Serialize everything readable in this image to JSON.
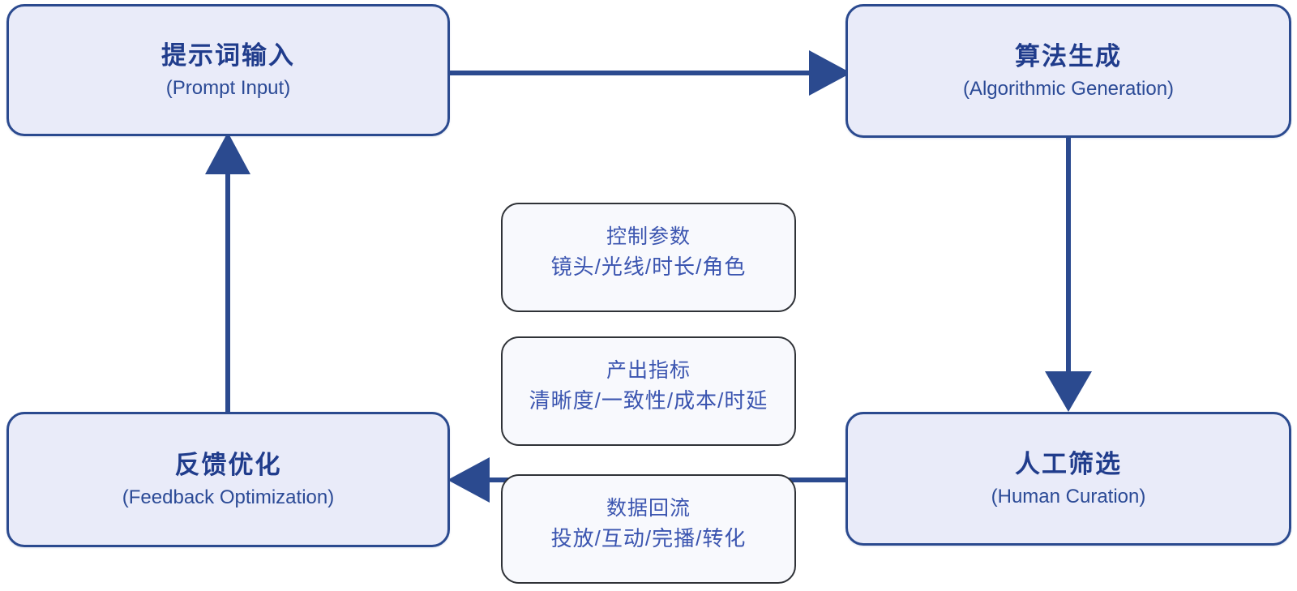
{
  "colors": {
    "accent": "#2b4a8f",
    "node_fill": "#e9ebf9",
    "node_border": "#2b4a8f",
    "title_color": "#203c8c",
    "subtitle_color": "#2b4a96",
    "annotation_border": "#2f3237",
    "annotation_fill": "#f8f9fd",
    "annotation_text": "#3b55b0",
    "bg": "#ffffff"
  },
  "nodes": {
    "prompt_input": {
      "title": "提示词输入",
      "subtitle": "(Prompt Input)"
    },
    "algorithmic_generation": {
      "title": "算法生成",
      "subtitle": "(Algorithmic Generation)"
    },
    "human_curation": {
      "title": "人工筛选",
      "subtitle": "(Human Curation)"
    },
    "feedback_optimization": {
      "title": "反馈优化",
      "subtitle": "(Feedback Optimization)"
    }
  },
  "annotations": {
    "control_params": {
      "title": "控制参数",
      "detail": "镜头/光线/时长/角色"
    },
    "output_metrics": {
      "title": "产出指标",
      "detail": "清晰度/一致性/成本/时延"
    },
    "data_backflow": {
      "title": "数据回流",
      "detail": "投放/互动/完播/转化"
    }
  }
}
